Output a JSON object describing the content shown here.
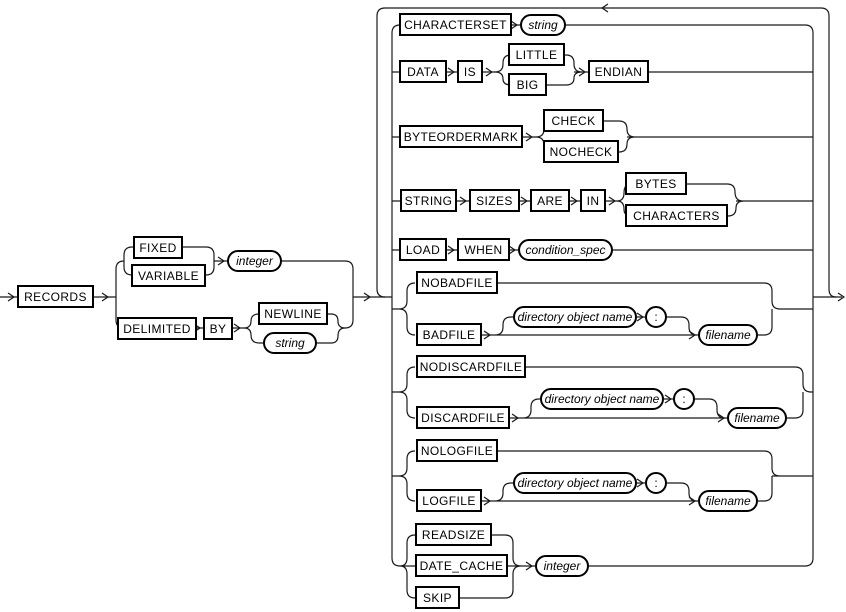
{
  "diagram": {
    "type": "railroad-syntax-diagram",
    "colors": {
      "line": "#1a1a1a",
      "background": "#ffffff",
      "border": "#000000",
      "text": "#000000"
    },
    "nodes": {
      "records": "RECORDS",
      "fixed": "FIXED",
      "variable": "VARIABLE",
      "integer_size": "integer",
      "delimited": "DELIMITED",
      "by": "BY",
      "newline": "NEWLINE",
      "delimiter_string": "string",
      "characterset": "CHARACTERSET",
      "charset_string": "string",
      "data": "DATA",
      "is": "IS",
      "little": "LITTLE",
      "big": "BIG",
      "endian": "ENDIAN",
      "byteordermark": "BYTEORDERMARK",
      "check": "CHECK",
      "nocheck": "NOCHECK",
      "string_kw": "STRING",
      "sizes": "SIZES",
      "are": "ARE",
      "in_kw": "IN",
      "bytes": "BYTES",
      "characters": "CHARACTERS",
      "load": "LOAD",
      "when": "WHEN",
      "condition_spec": "condition_spec",
      "nobadfile": "NOBADFILE",
      "badfile": "BADFILE",
      "badfile_directory": "directory object name",
      "badfile_colon": ":",
      "badfile_filename": "filename",
      "nodiscardfile": "NODISCARDFILE",
      "discardfile": "DISCARDFILE",
      "discardfile_directory": "directory object name",
      "discardfile_colon": ":",
      "discardfile_filename": "filename",
      "nologfile": "NOLOGFILE",
      "logfile": "LOGFILE",
      "logfile_directory": "directory object name",
      "logfile_colon": ":",
      "logfile_filename": "filename",
      "readsize": "READSIZE",
      "date_cache": "DATE_CACHE",
      "skip": "SKIP",
      "integer_cache": "integer"
    }
  }
}
